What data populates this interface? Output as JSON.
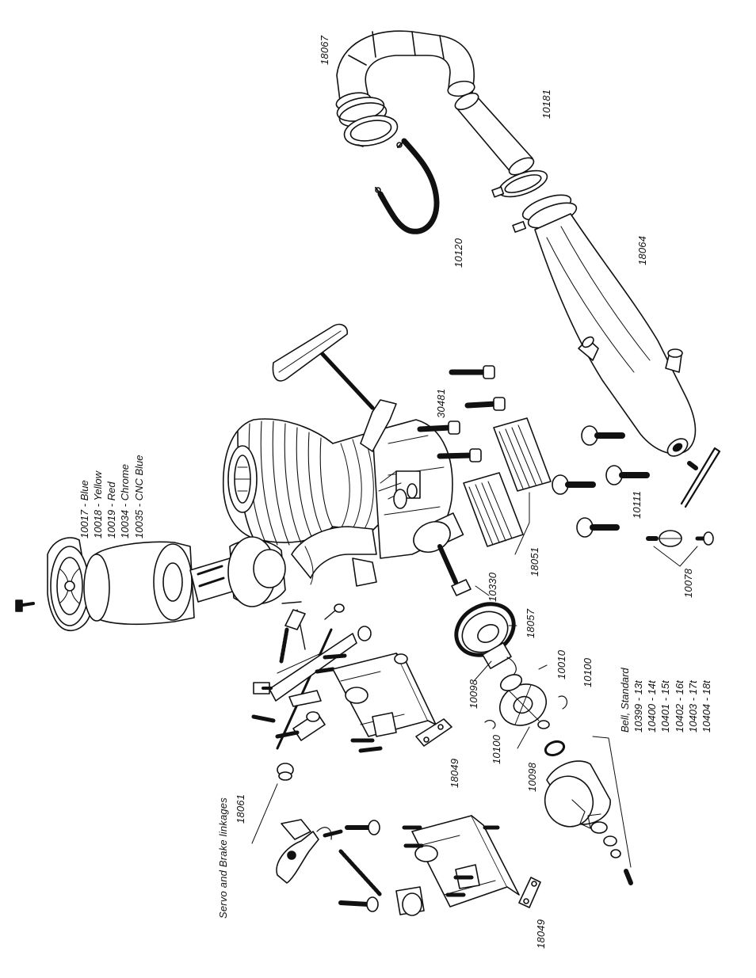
{
  "colors": {
    "ink": "#111111",
    "paper": "#ffffff",
    "shade": "#9a9a9a"
  },
  "labels": {
    "exhaust_header": "18067",
    "pipe_coupler": "10181",
    "pipe_spring": "10120",
    "tuned_pipe": "18064",
    "engine_screws": "30481",
    "heatsink": "18051",
    "engine_mount_bolts": "10111",
    "pipe_mount": "10078",
    "crankshaft_nut": "10330",
    "flywheel": "18057",
    "clutch_shoe_1": "10010",
    "clutch_spring_top": "10100",
    "collet": "10098",
    "collet_lower": "10098",
    "clutch_spring_bottom": "10100",
    "servo_plate_1": "18049",
    "servo_plate_2": "18049",
    "servo_linkages": "18061"
  },
  "head_colors": {
    "items": [
      "10017 - Blue",
      "10018 - Yellow",
      "10019 - Red",
      "10034 - Chrome",
      "10035 - CNC Blue"
    ]
  },
  "bell": {
    "title": "Bell, Standard",
    "items": [
      "10399 - 13t",
      "10400 - 14t",
      "10401 - 15t",
      "10402 - 16t",
      "10403 - 17t",
      "10404 - 18t"
    ]
  },
  "servo_caption": "Servo and Brake linkages"
}
